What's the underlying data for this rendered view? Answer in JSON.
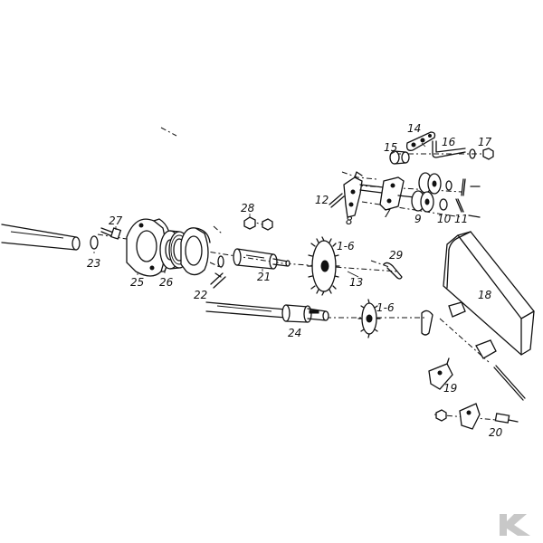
{
  "parts": [
    {
      "id": "p1",
      "label": "1-6"
    },
    {
      "id": "p2",
      "label": "1-6"
    },
    {
      "id": "p7",
      "label": "7"
    },
    {
      "id": "p8",
      "label": "8"
    },
    {
      "id": "p9",
      "label": "9"
    },
    {
      "id": "p10",
      "label": "10"
    },
    {
      "id": "p11",
      "label": "11"
    },
    {
      "id": "p12",
      "label": "12"
    },
    {
      "id": "p13",
      "label": "13"
    },
    {
      "id": "p14",
      "label": "14"
    },
    {
      "id": "p15",
      "label": "15"
    },
    {
      "id": "p16",
      "label": "16"
    },
    {
      "id": "p17",
      "label": "17"
    },
    {
      "id": "p18",
      "label": "18"
    },
    {
      "id": "p19",
      "label": "19"
    },
    {
      "id": "p20",
      "label": "20"
    },
    {
      "id": "p21",
      "label": "21"
    },
    {
      "id": "p22",
      "label": "22"
    },
    {
      "id": "p23",
      "label": "23"
    },
    {
      "id": "p24",
      "label": "24"
    },
    {
      "id": "p25",
      "label": "25"
    },
    {
      "id": "p26",
      "label": "26"
    },
    {
      "id": "p27",
      "label": "27"
    },
    {
      "id": "p28",
      "label": "28"
    },
    {
      "id": "p29",
      "label": "29"
    }
  ],
  "logo": {
    "text": "K"
  }
}
